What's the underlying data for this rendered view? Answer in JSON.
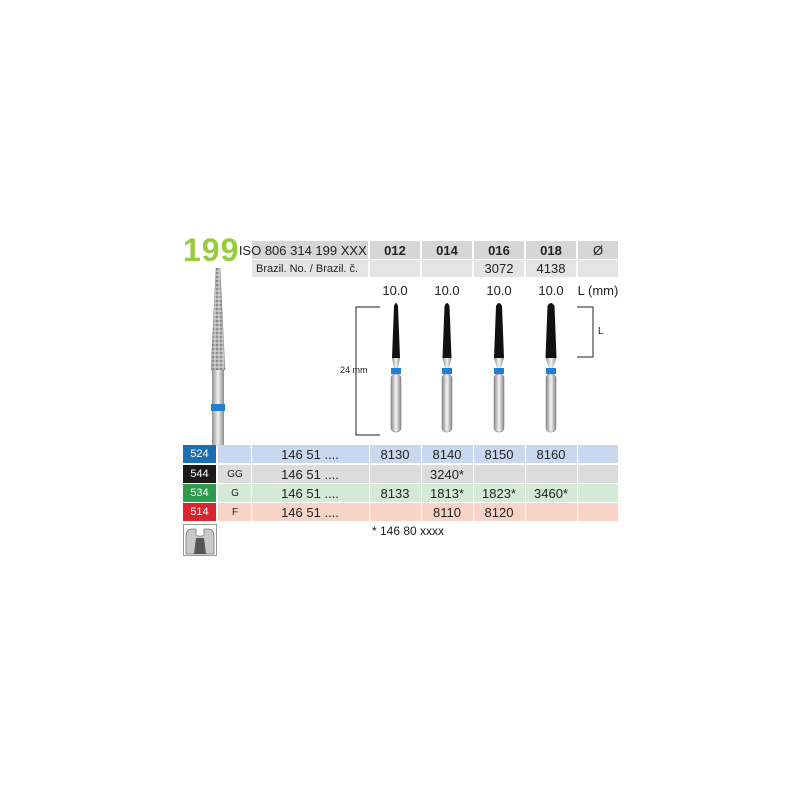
{
  "model": "199",
  "header": {
    "iso_label": "ISO 806 314 199 XXX ...",
    "sizes": [
      "012",
      "014",
      "016",
      "018"
    ],
    "diameter_symbol": "Ø",
    "brazil_label": "Brazil. No. / Brazil. č.",
    "brazil_values": [
      "",
      "",
      "3072",
      "4138"
    ]
  },
  "lengths": {
    "values": [
      "10.0",
      "10.0",
      "10.0",
      "10.0"
    ],
    "unit_label": "L (mm)"
  },
  "diagram": {
    "total_length_label": "24 mm",
    "working_length_label": "L"
  },
  "rows": [
    {
      "code": "524",
      "code_color": "#1b6fb0",
      "bg": "#c9d8ee",
      "grit": "",
      "ref": "146 51 ....",
      "values": [
        "8130",
        "8140",
        "8150",
        "8160"
      ]
    },
    {
      "code": "544",
      "code_color": "#1a1a1a",
      "bg": "#dcdcdc",
      "grit": "GG",
      "ref": "146 51 ....",
      "values": [
        "",
        "3240*",
        "",
        ""
      ]
    },
    {
      "code": "534",
      "code_color": "#2e9a4e",
      "bg": "#d3ead6",
      "grit": "G",
      "ref": "146 51 ....",
      "values": [
        "8133",
        "1813*",
        "1823*",
        "3460*"
      ]
    },
    {
      "code": "514",
      "code_color": "#d8262c",
      "bg": "#f8d4c6",
      "grit": "F",
      "ref": "146 51 ....",
      "values": [
        "",
        "8110",
        "8120",
        ""
      ]
    }
  ],
  "footnote": "*  146 80 xxxx",
  "icons": {
    "bur": "diamond-bur-icon",
    "tooth": "tooth-crown-prep-icon"
  }
}
